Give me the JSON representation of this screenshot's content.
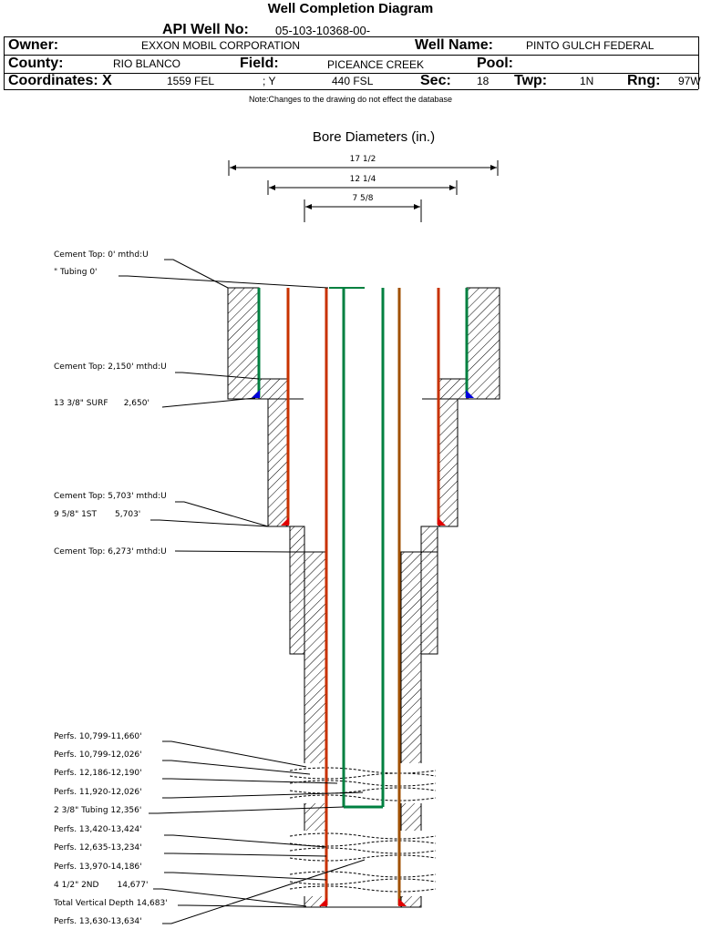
{
  "title": "Well Completion Diagram",
  "header": {
    "api_label": "API Well No:",
    "api_value": "05-103-10368-00-",
    "owner_label": "Owner:",
    "owner_value": "EXXON MOBIL CORPORATION",
    "wellname_label": "Well Name:",
    "wellname_value": "PINTO GULCH FEDERAL",
    "county_label": "County:",
    "county_value": "RIO BLANCO",
    "field_label": "Field:",
    "field_value": "PICEANCE CREEK",
    "pool_label": "Pool:",
    "pool_value": "",
    "coordx_label": "Coordinates: X",
    "coordx_value": "1559 FEL",
    "coordy_value": "; Y",
    "coordy_fsl": "440 FSL",
    "sec_label": "Sec:",
    "sec_value": "18",
    "twp_label": "Twp:",
    "twp_value": "1N",
    "rng_label": "Rng:",
    "rng_value": "97W"
  },
  "note": "Note:Changes to the drawing do not effect the database",
  "bore": {
    "title": "Bore Diameters (in.)",
    "diameters": [
      "17 1/2",
      "12 1/4",
      "7 5/8"
    ]
  },
  "annotations": [
    "Cement Top: 0' mthd:U",
    "\" Tubing 0'",
    "Cement Top: 2,150' mthd:U",
    "13 3/8\" SURF      2,650'",
    "Cement Top: 5,703' mthd:U",
    "9 5/8\" 1ST       5,703'",
    "Cement Top: 6,273' mthd:U",
    "Perfs. 10,799-11,660'",
    "Perfs. 10,799-12,026'",
    "Perfs. 12,186-12,190'",
    "Perfs. 11,920-12,026'",
    "2 3/8\" Tubing 12,356'",
    "Perfs. 13,420-13,424'",
    "Perfs. 12,635-13,234'",
    "Perfs. 13,970-14,186'",
    "4 1/2\" 2ND       14,677'",
    "Total Vertical Depth 14,683'",
    "Perfs. 13,630-13,634'"
  ],
  "colors": {
    "casing": "#c83200",
    "tubing": "#008040",
    "brown_string": "#a05000",
    "shoe_blue": "#0000e0",
    "shoe_red": "#e00000"
  }
}
